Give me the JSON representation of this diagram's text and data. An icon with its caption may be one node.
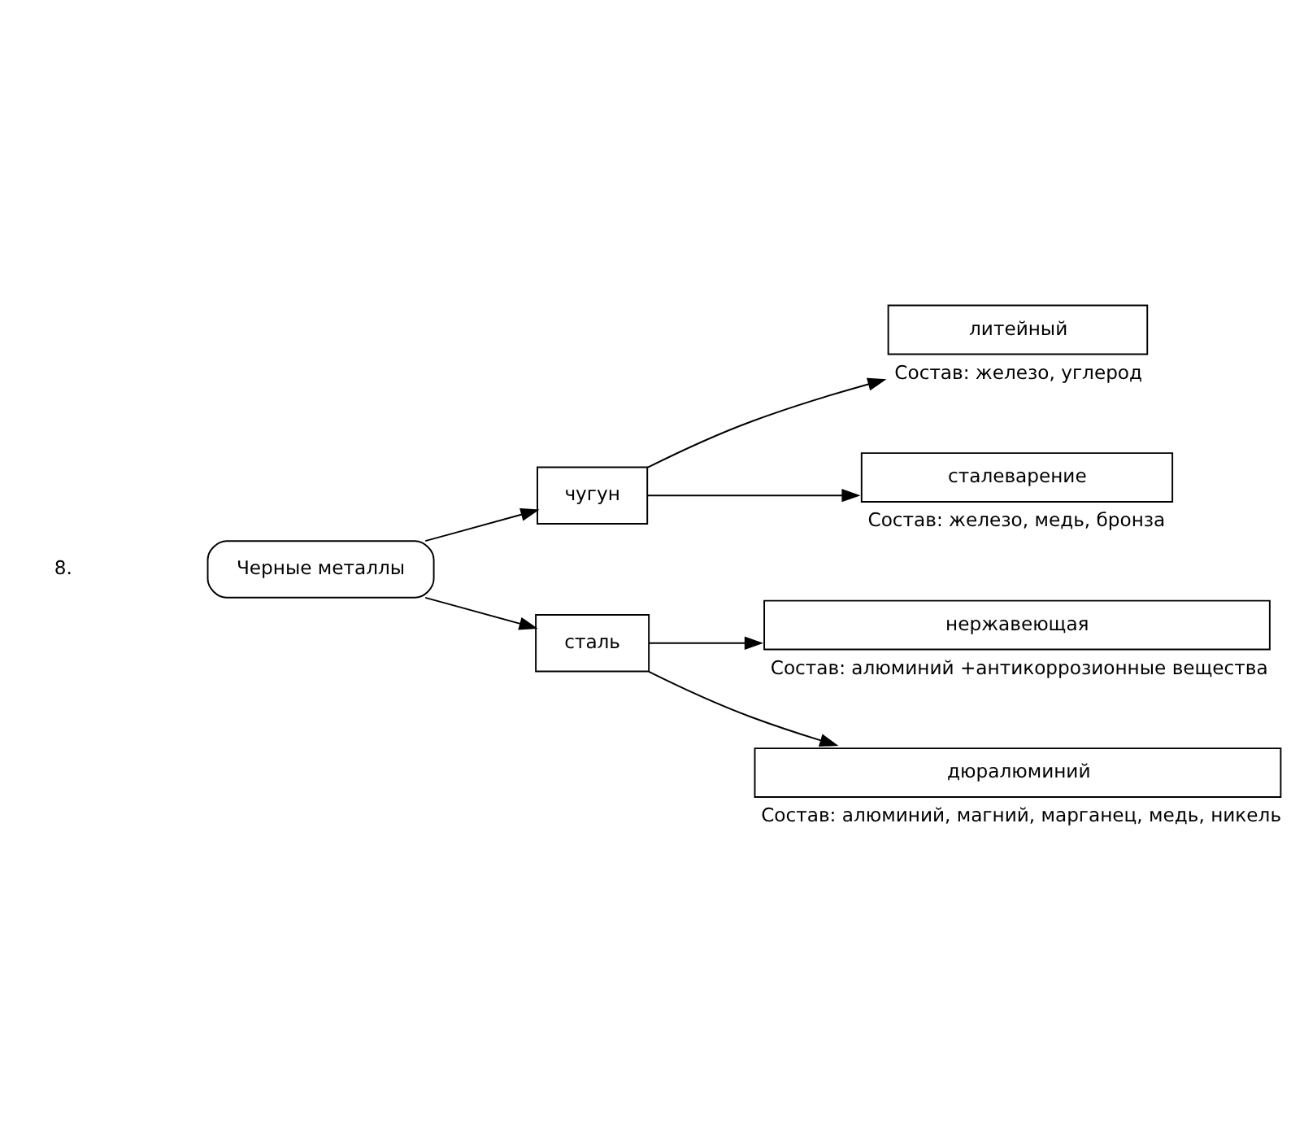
{
  "diagram": {
    "nodes": [
      {
        "text": [
          "Черные металлы"
        ]
      },
      {
        "text": [
          "чугун"
        ]
      },
      {
        "text": [
          "литейный"
        ],
        "beside": [
          "Состав: железо, углерод"
        ]
      },
      {
        "text": [
          "сталеварение"
        ],
        "beside": [
          "Состав: железо, медь, бронза"
        ]
      },
      {
        "text": [
          "сталь"
        ]
      },
      {
        "text": [
          "нержавеющая"
        ],
        "beside": [
          "Состав: алюминий +антикоррозионные вещества"
        ]
      },
      {
        "text": [
          "дюралюминий"
        ],
        "beside": [
          "Состав: алюминий, магний, марганец, медь, никель"
        ]
      }
    ],
    "edges": [
      {
        "from": 0,
        "to": 1,
        "arrow": "to"
      },
      {
        "from": 1,
        "to": 2,
        "arrow": "to"
      },
      {
        "from": 1,
        "to": 3,
        "arrow": "to"
      },
      {
        "from": 0,
        "to": 4,
        "arrow": "to"
      },
      {
        "from": 4,
        "to": 5,
        "arrow": "to"
      },
      {
        "from": 4,
        "to": 6,
        "arrow": "to"
      }
    ],
    "labels": [
      "8."
    ]
  }
}
